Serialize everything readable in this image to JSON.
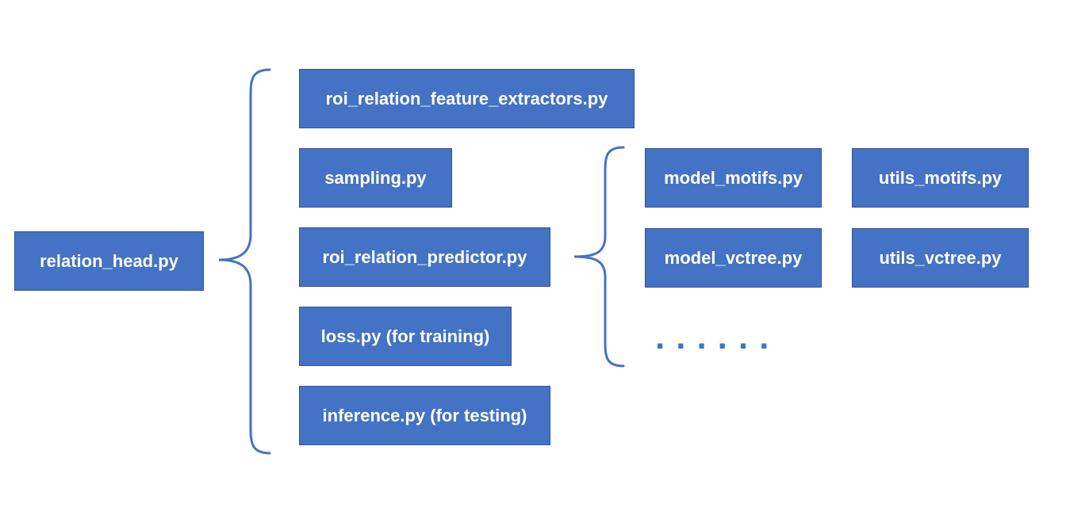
{
  "colors": {
    "box_fill": "#4472C4",
    "box_border": "#2F5597",
    "box_text": "#FFFFFF",
    "brace": "#4472C4"
  },
  "root": {
    "label": "relation_head.py"
  },
  "children": [
    {
      "id": "feature-extractors",
      "label": "roi_relation_feature_extractors.py"
    },
    {
      "id": "sampling",
      "label": "sampling.py"
    },
    {
      "id": "predictor",
      "label": "roi_relation_predictor.py"
    },
    {
      "id": "loss",
      "label": "loss.py (for training)"
    },
    {
      "id": "inference",
      "label": "inference.py (for testing)"
    }
  ],
  "predictor_children": [
    {
      "id": "model-motifs",
      "label": "model_motifs.py"
    },
    {
      "id": "utils-motifs",
      "label": "utils_motifs.py"
    },
    {
      "id": "model-vctree",
      "label": "model_vctree.py"
    },
    {
      "id": "utils-vctree",
      "label": "utils_vctree.py"
    }
  ],
  "more_indicator": "......"
}
